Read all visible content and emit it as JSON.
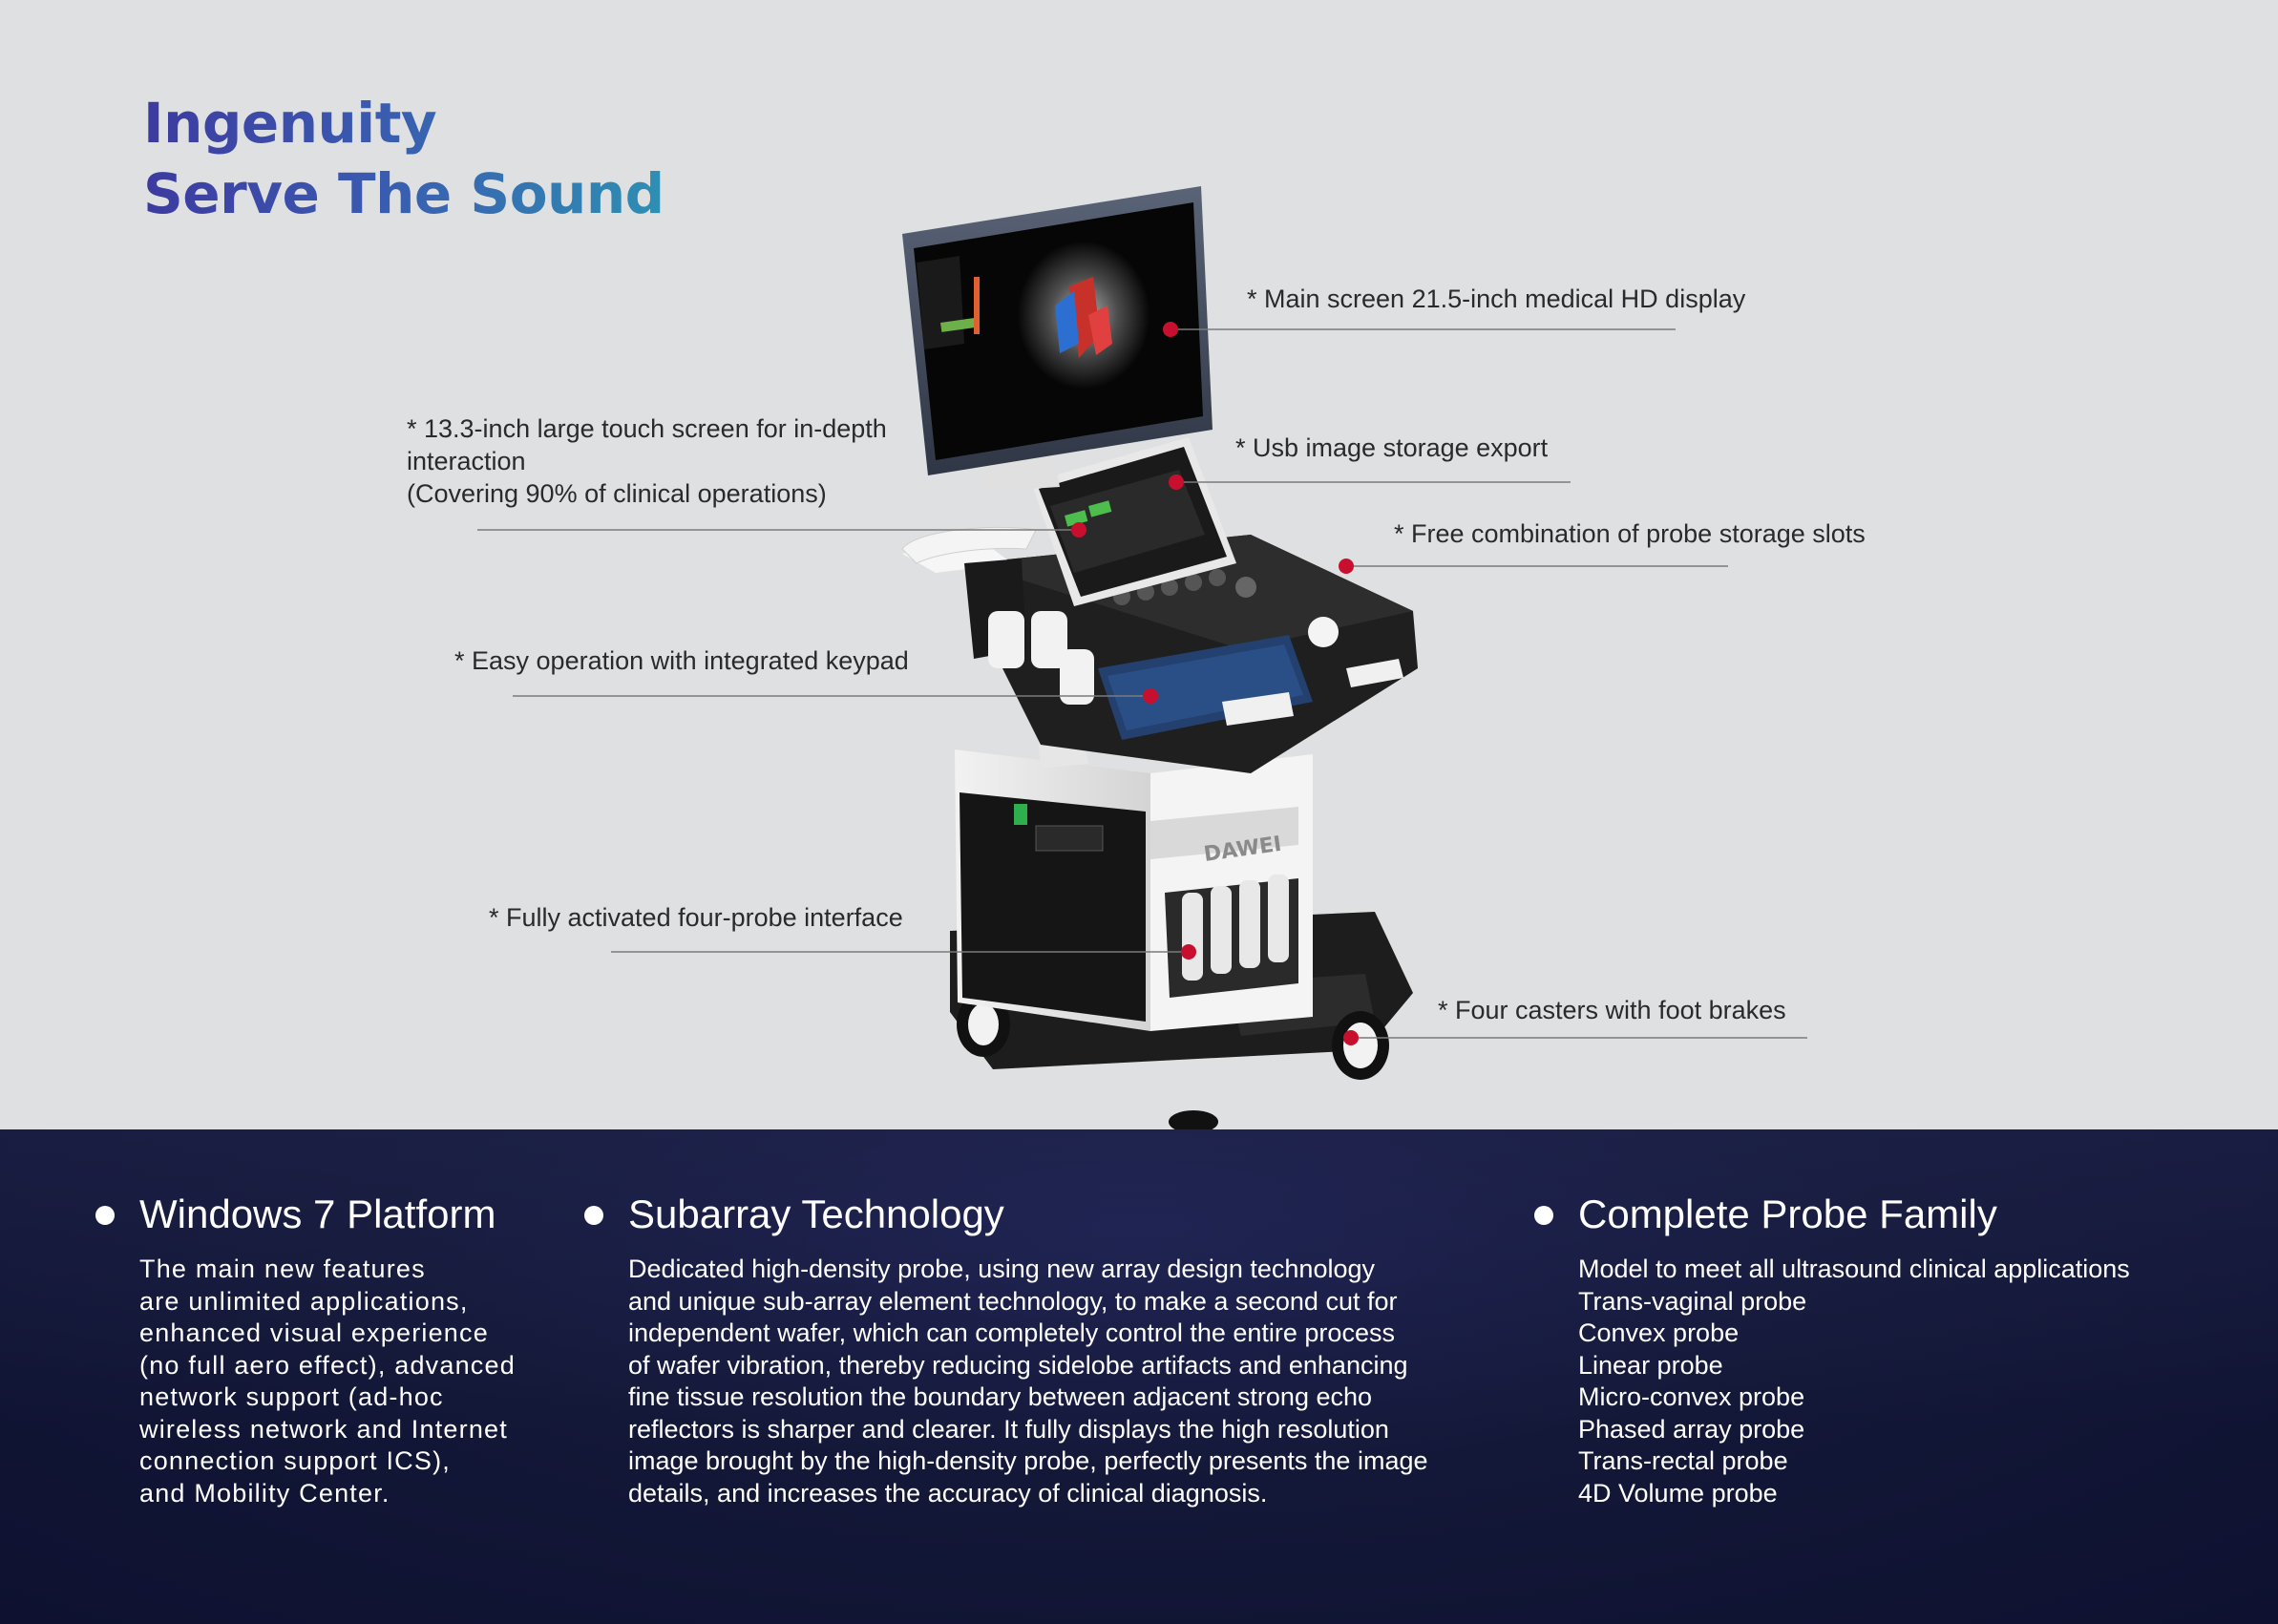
{
  "headline": {
    "line1": "Ingenuity",
    "line2": "Serve The Sound"
  },
  "product": {
    "brand": "DAWEI"
  },
  "callouts": [
    {
      "id": "main-screen",
      "text": "* Main screen 21.5-inch medical HD display"
    },
    {
      "id": "touch-screen",
      "lines": [
        "* 13.3-inch large touch screen for in-depth",
        "interaction",
        "(Covering 90% of clinical operations)"
      ]
    },
    {
      "id": "usb",
      "text": "* Usb image storage export"
    },
    {
      "id": "probe-slots",
      "text": "* Free combination of probe storage slots"
    },
    {
      "id": "keypad",
      "text": "* Easy operation with integrated keypad"
    },
    {
      "id": "four-probe",
      "text": "* Fully activated four-probe interface"
    },
    {
      "id": "casters",
      "text": "* Four casters with foot brakes"
    }
  ],
  "features": [
    {
      "title": "Windows 7 Platform",
      "lines": [
        "The main new features",
        "are unlimited applications,",
        "enhanced visual experience",
        "(no full aero effect), advanced",
        "network support (ad-hoc",
        "wireless network and Internet",
        "connection support ICS),",
        "and Mobility Center."
      ]
    },
    {
      "title": "Subarray Technology",
      "lines": [
        "Dedicated high-density probe, using new array design technology",
        "and unique sub-array element technology, to make a second cut for",
        "independent wafer, which can completely control the entire process",
        "of wafer vibration, thereby reducing sidelobe artifacts and enhancing",
        "fine tissue resolution the boundary between adjacent strong echo",
        "reflectors is sharper and clearer. It fully displays the high resolution",
        "image brought by the high-density probe, perfectly presents the image",
        "details, and increases the accuracy of clinical diagnosis."
      ]
    },
    {
      "title": "Complete Probe Family",
      "lines": [
        "Model to meet all ultrasound clinical applications",
        "Trans-vaginal probe",
        "Convex probe",
        "Linear probe",
        "Micro-convex probe",
        "Phased array probe",
        "Trans-rectal probe",
        "4D Volume probe"
      ]
    }
  ],
  "colors": {
    "top_bg": "#dfe0e2",
    "bottom_bg": "#141838",
    "marker": "#c8102e",
    "heading_gradient": [
      "#3d3aa0",
      "#2e8fb3"
    ]
  }
}
